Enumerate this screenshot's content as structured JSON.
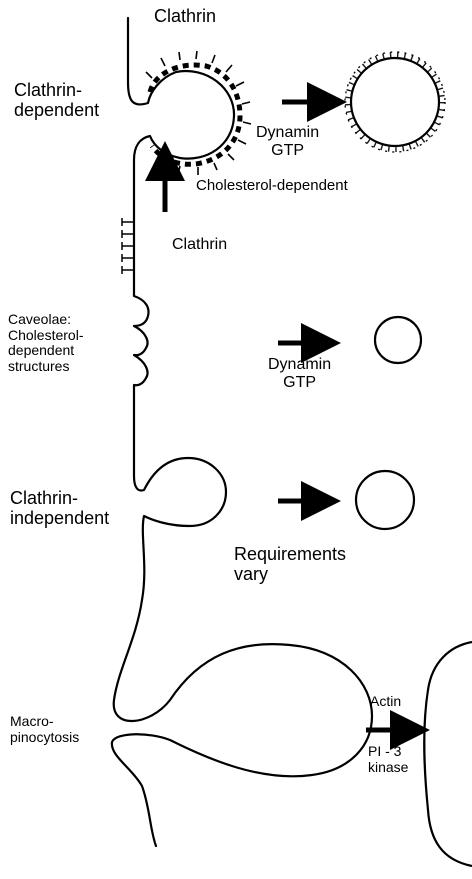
{
  "labels": {
    "clathrin_top": "Clathrin",
    "clathrin_dependent": "Clathrin-\ndependent",
    "dynamin_gtp_1": "Dynamin\nGTP",
    "cholesterol_dependent": "Cholesterol-dependent",
    "clathrin_mid": "Clathrin",
    "caveolae": "Caveolae:\nCholesterol-\ndependent\nstructures",
    "dynamin_gtp_2": "Dynamin\nGTP",
    "clathrin_independent": "Clathrin-\nindependent",
    "requirements_vary": "Requirements\nvary",
    "actin": "Actin",
    "macropinocytosis": "Macro-\npinocytosis",
    "pi3_kinase": "PI - 3\nkinase"
  },
  "colors": {
    "line": "#000000",
    "background": "#ffffff"
  }
}
